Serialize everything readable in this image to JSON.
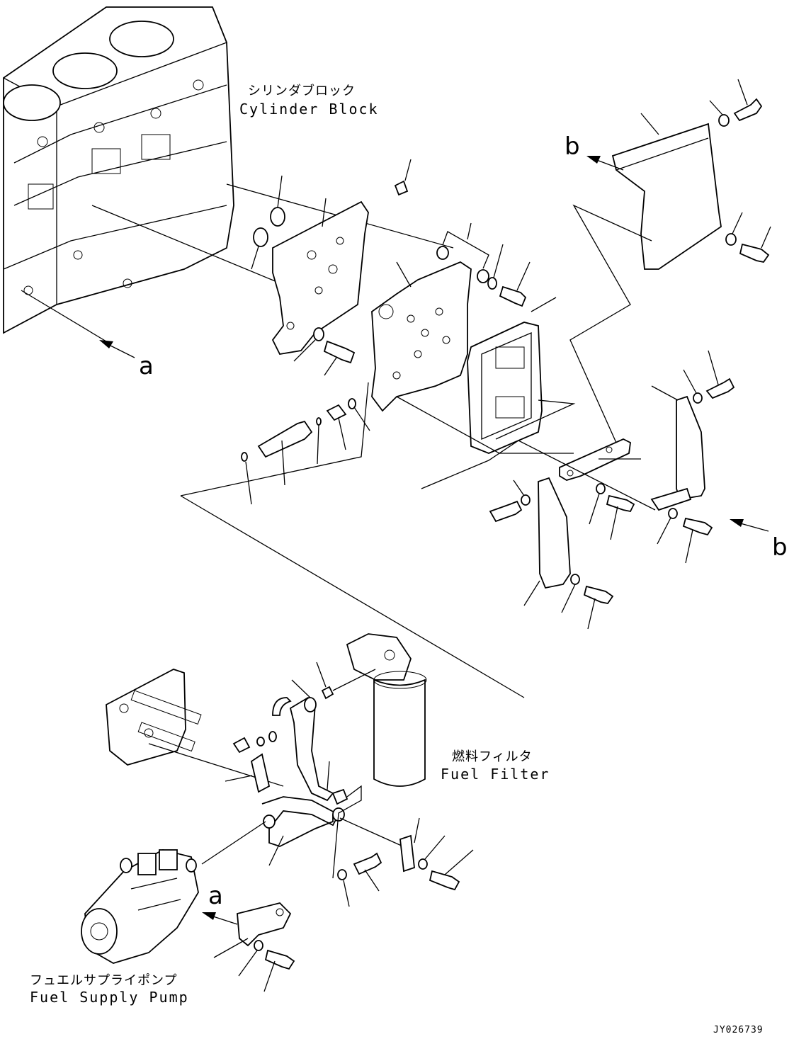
{
  "labels": {
    "cylinder_block_ja": "シリンダブロック",
    "cylinder_block_en": "Cylinder Block",
    "fuel_filter_ja": "燃料フィルタ",
    "fuel_filter_en": "Fuel Filter",
    "fuel_supply_pump_ja": "フュエルサプライポンプ",
    "fuel_supply_pump_en": "Fuel Supply Pump",
    "view_ref_a": "a",
    "view_ref_b": "b",
    "drawing_code": "JY026739"
  },
  "colors": {
    "line": "#000000",
    "background": "#ffffff"
  }
}
